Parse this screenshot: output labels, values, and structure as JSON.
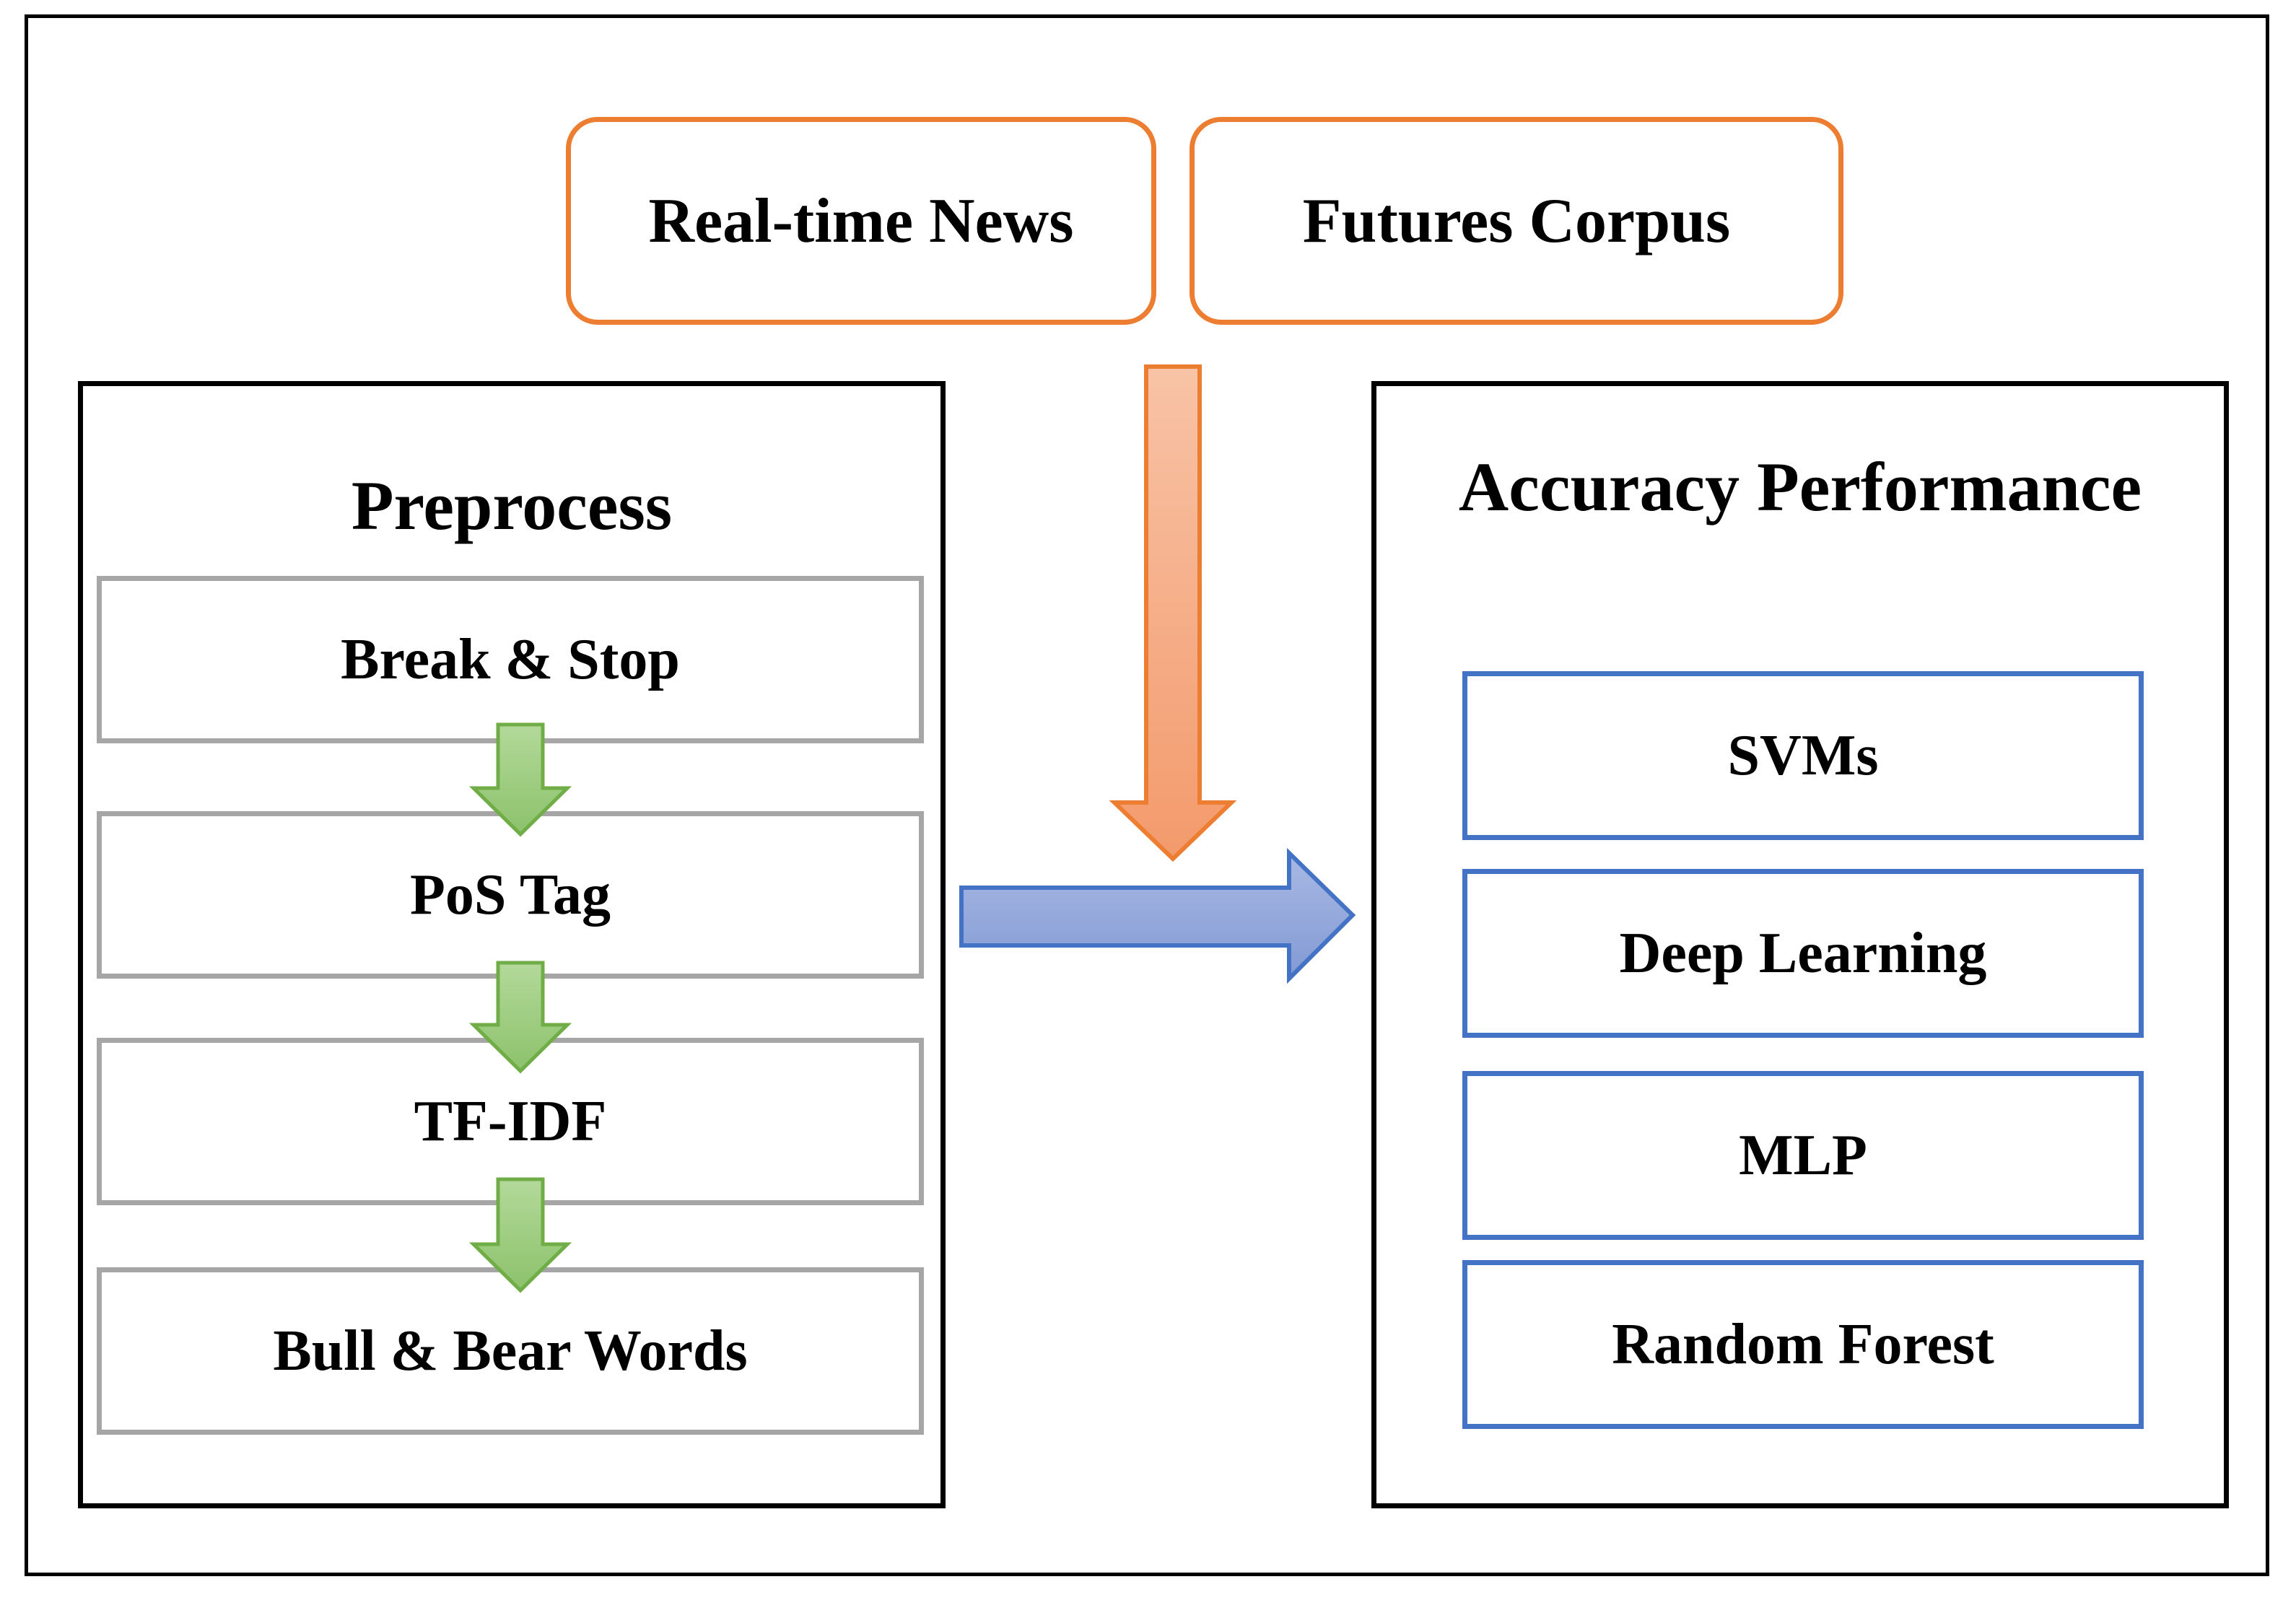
{
  "sources": [
    "Real-time News",
    "Futures Corpus"
  ],
  "preprocess": {
    "title": "Preprocess",
    "steps": [
      "Break & Stop",
      "PoS Tag",
      "TF-IDF",
      "Bull & Bear Words"
    ]
  },
  "performance": {
    "title": "Accuracy Performance",
    "models": [
      "SVMs",
      "Deep Learning",
      "MLP",
      "Random Forest"
    ]
  },
  "colors": {
    "source_border": "#ed7d31",
    "step_border": "#a6a6a6",
    "model_border": "#4472c4",
    "down_arrow_fill": "#f4a582",
    "down_arrow_stroke": "#ed7d31",
    "right_arrow_fill": "#94a8dc",
    "right_arrow_stroke": "#4472c4",
    "step_arrow_fill": "#9bcb7a",
    "step_arrow_stroke": "#70ad47"
  }
}
